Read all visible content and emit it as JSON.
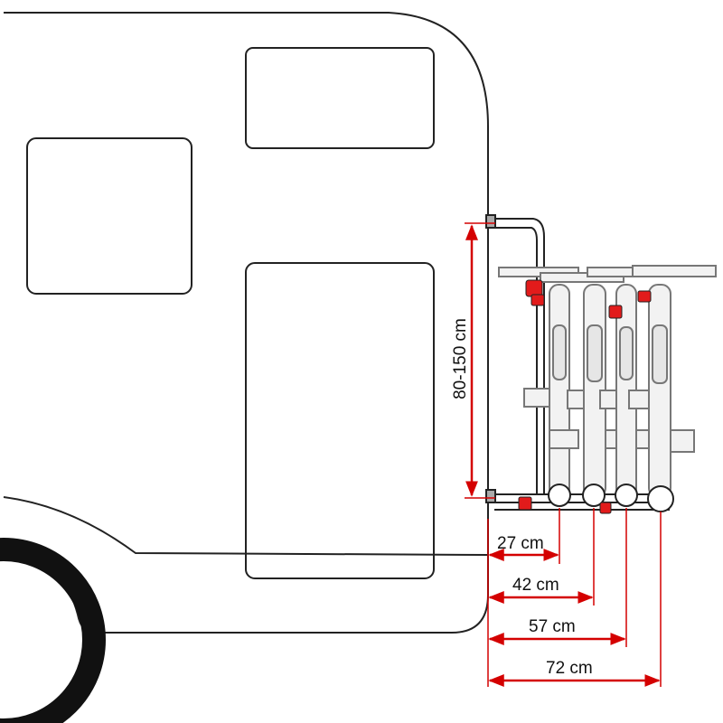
{
  "diagram": {
    "vertical_dimension": "80-150 cm",
    "horizontal_dimensions": [
      "27 cm",
      "42 cm",
      "57 cm",
      "72 cm"
    ],
    "colors": {
      "outline": "#222222",
      "dimension": "#d40000",
      "accent_red": "#e21b1b",
      "bike_fill": "#f2f2f2",
      "bike_stroke": "#777777",
      "wheel": "#111111"
    },
    "bike_count": 4
  }
}
